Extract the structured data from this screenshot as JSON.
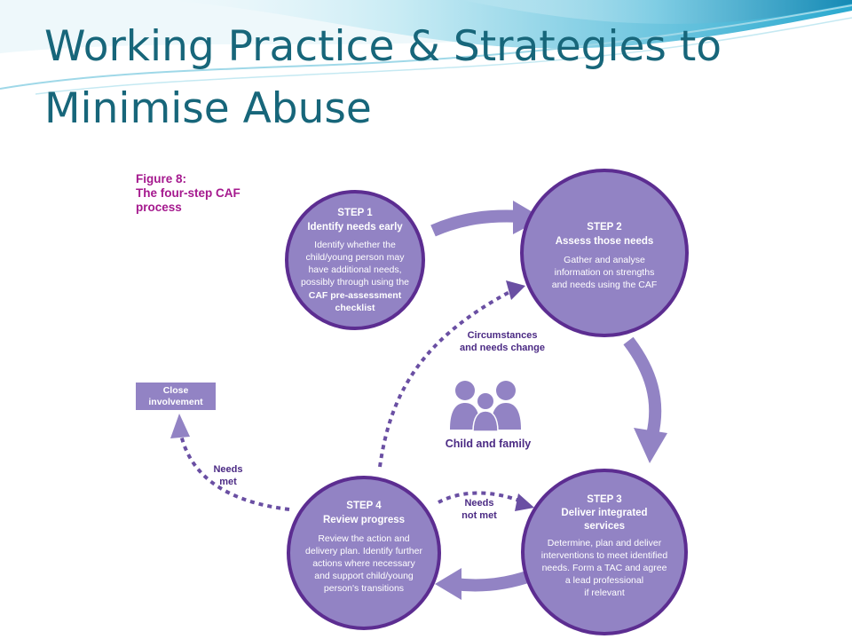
{
  "slide": {
    "title_line1": "Working Practice & Strategies to",
    "title_line2": "Minimise Abuse"
  },
  "figure": {
    "caption_line1": "Figure 8:",
    "caption_line2": "The four-step CAF",
    "caption_line3": "process",
    "steps": [
      {
        "step": "STEP 1",
        "title": "Identify needs early",
        "body": [
          "Identify whether the",
          "child/young person may",
          "have additional needs,",
          "possibly through using the"
        ],
        "body_bold": [
          "CAF pre-assessment",
          "checklist"
        ]
      },
      {
        "step": "STEP 2",
        "title": "Assess those needs",
        "body": [
          "Gather and analyse",
          "information on strengths",
          "and needs using the CAF"
        ],
        "body_bold": []
      },
      {
        "step": "STEP 3",
        "title": "Deliver integrated",
        "title2": "services",
        "body": [
          "Determine, plan and deliver",
          "interventions to meet identified",
          "needs. Form a TAC and agree",
          "a lead professional",
          "if relevant"
        ],
        "body_bold": []
      },
      {
        "step": "STEP 4",
        "title": "Review progress",
        "body": [
          "Review the action and",
          "delivery plan. Identify further",
          "actions where necessary",
          "and support child/young",
          "person's transitions"
        ],
        "body_bold": []
      }
    ],
    "labels": {
      "circumstances_1": "Circumstances",
      "circumstances_2": "and needs change",
      "needs_met_1": "Needs",
      "needs_met_2": "met",
      "needs_not_met_1": "Needs",
      "needs_not_met_2": "not met",
      "close_1": "Close",
      "close_2": "involvement",
      "center": "Child and family"
    },
    "colors": {
      "circle_fill": "#9283c4",
      "circle_stroke": "#5c2d91",
      "arrow": "#9283c4",
      "dotted": "#6a4fa3",
      "label_text": "#4b2a84",
      "caption": "#a5198e",
      "close_box": "#9283c4"
    }
  }
}
